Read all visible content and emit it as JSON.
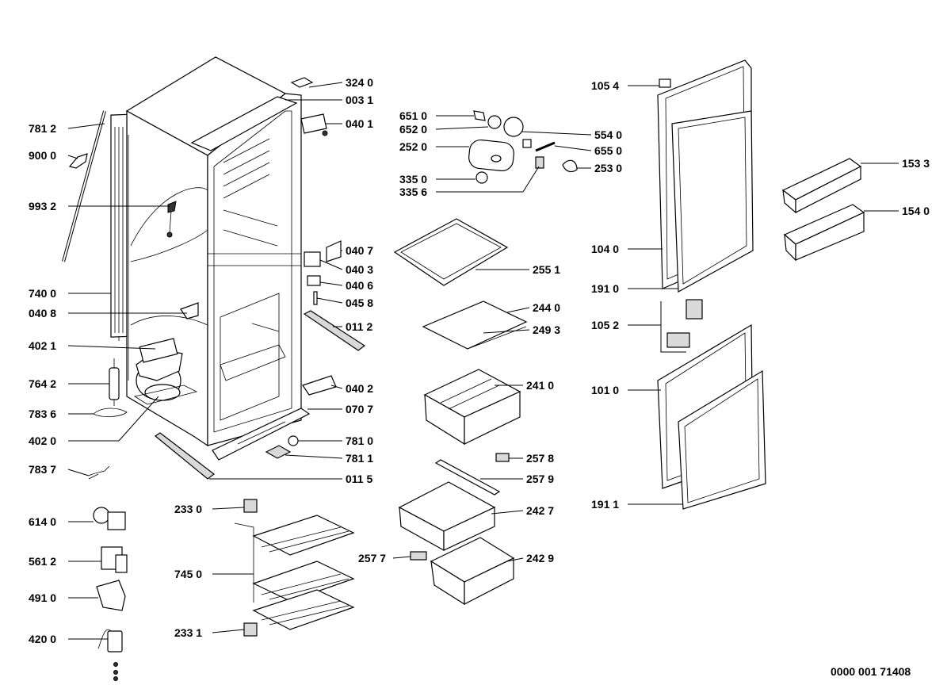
{
  "diagram": {
    "labels": [
      {
        "id": "l3240",
        "text": "324 0"
      },
      {
        "id": "l0031",
        "text": "003 1"
      },
      {
        "id": "l0401",
        "text": "040 1"
      },
      {
        "id": "l7812",
        "text": "781 2"
      },
      {
        "id": "l9000",
        "text": "900 0"
      },
      {
        "id": "l9932",
        "text": "993 2"
      },
      {
        "id": "l0407",
        "text": "040 7"
      },
      {
        "id": "l0403",
        "text": "040 3"
      },
      {
        "id": "l0406",
        "text": "040 6"
      },
      {
        "id": "l0458",
        "text": "045 8"
      },
      {
        "id": "l7400",
        "text": "740 0"
      },
      {
        "id": "l0408",
        "text": "040 8"
      },
      {
        "id": "l0112",
        "text": "011 2"
      },
      {
        "id": "l4021",
        "text": "402 1"
      },
      {
        "id": "l7642",
        "text": "764 2"
      },
      {
        "id": "l0402",
        "text": "040 2"
      },
      {
        "id": "l7836",
        "text": "783 6"
      },
      {
        "id": "l0707",
        "text": "070 7"
      },
      {
        "id": "l4020",
        "text": "402 0"
      },
      {
        "id": "l7810",
        "text": "781 0"
      },
      {
        "id": "l7811",
        "text": "781 1"
      },
      {
        "id": "l7837",
        "text": "783 7"
      },
      {
        "id": "l0115",
        "text": "011 5"
      },
      {
        "id": "l6140",
        "text": "614 0"
      },
      {
        "id": "l5612",
        "text": "561 2"
      },
      {
        "id": "l4910",
        "text": "491 0"
      },
      {
        "id": "l4200",
        "text": "420 0"
      },
      {
        "id": "l2330",
        "text": "233 0"
      },
      {
        "id": "l7450",
        "text": "745 0"
      },
      {
        "id": "l2331",
        "text": "233 1"
      },
      {
        "id": "l6510",
        "text": "651 0"
      },
      {
        "id": "l6520",
        "text": "652 0"
      },
      {
        "id": "l2520",
        "text": "252 0"
      },
      {
        "id": "l3350",
        "text": "335 0"
      },
      {
        "id": "l3356",
        "text": "335 6"
      },
      {
        "id": "l5540",
        "text": "554 0"
      },
      {
        "id": "l6550",
        "text": "655 0"
      },
      {
        "id": "l2530",
        "text": "253 0"
      },
      {
        "id": "l2551",
        "text": "255 1"
      },
      {
        "id": "l2440",
        "text": "244 0"
      },
      {
        "id": "l2493",
        "text": "249 3"
      },
      {
        "id": "l2410",
        "text": "241 0"
      },
      {
        "id": "l2578",
        "text": "257 8"
      },
      {
        "id": "l2579",
        "text": "257 9"
      },
      {
        "id": "l2427",
        "text": "242 7"
      },
      {
        "id": "l2577",
        "text": "257 7"
      },
      {
        "id": "l2429",
        "text": "242 9"
      },
      {
        "id": "l1054",
        "text": "105 4"
      },
      {
        "id": "l1040",
        "text": "104 0"
      },
      {
        "id": "l1910",
        "text": "191 0"
      },
      {
        "id": "l1052",
        "text": "105 2"
      },
      {
        "id": "l1010",
        "text": "101 0"
      },
      {
        "id": "l1911",
        "text": "191 1"
      },
      {
        "id": "l1533",
        "text": "153 3"
      },
      {
        "id": "l1540",
        "text": "154 0"
      }
    ],
    "drawing_number": "0000 001 71408"
  }
}
